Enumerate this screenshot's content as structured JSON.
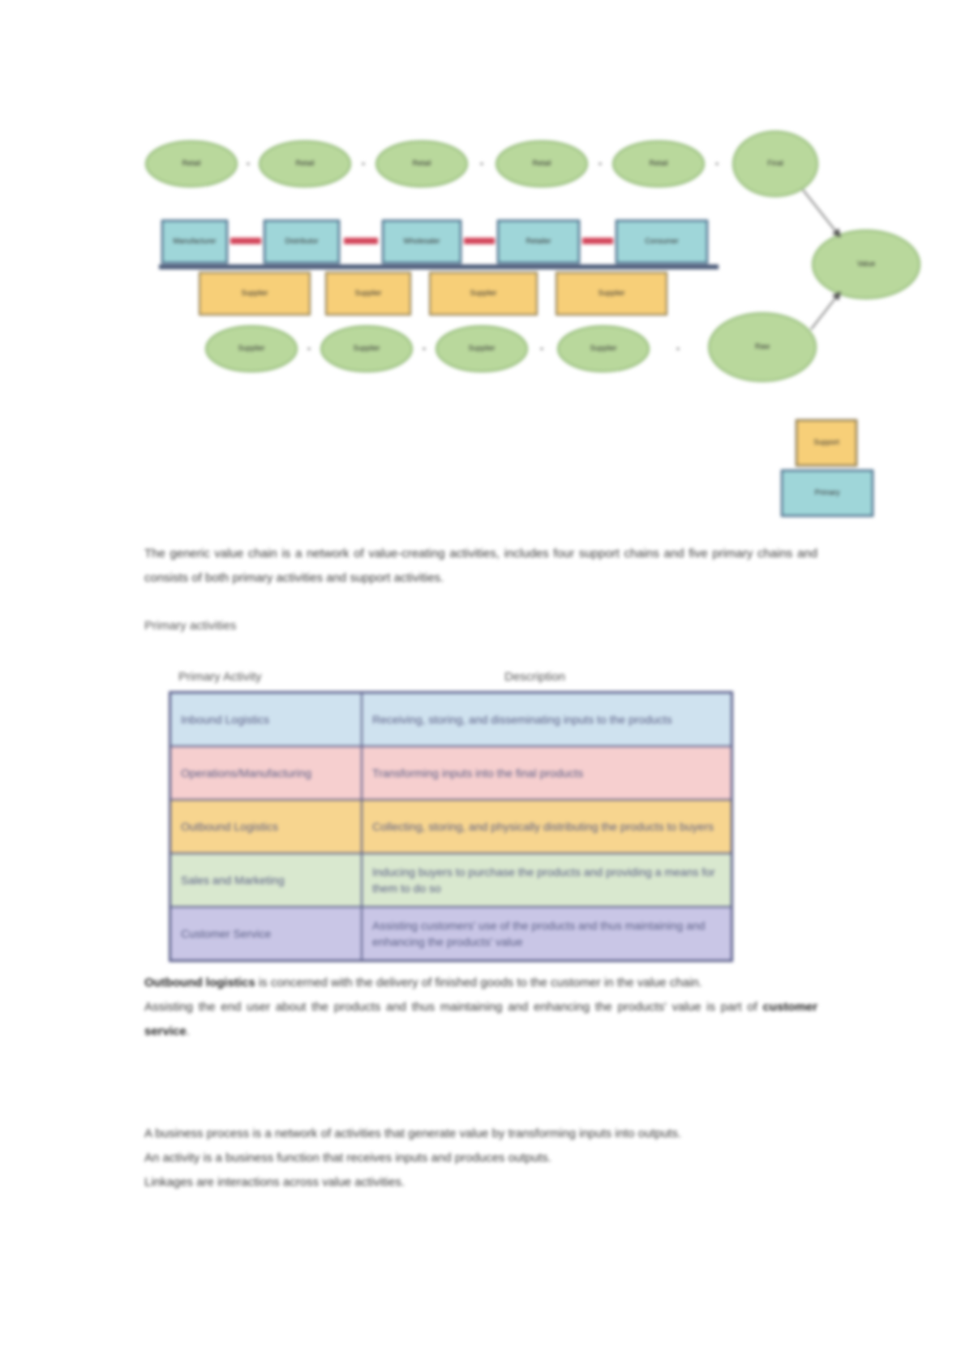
{
  "diagram": {
    "top_row": [
      "Retail",
      "Retail",
      "Retail",
      "Retail",
      "Retail"
    ],
    "top_end": "Final",
    "process": [
      "Manufacturer",
      "Distributor",
      "Wholesaler",
      "Retailer",
      "Consumer"
    ],
    "support": [
      "Supplier",
      "Supplier",
      "Supplier",
      "Supplier"
    ],
    "bottom_row": [
      "Supplier",
      "Supplier",
      "Supplier",
      "Supplier"
    ],
    "bottom_end": "Raw",
    "hub": "Value",
    "legend": [
      "Support",
      "Primary"
    ]
  },
  "intro": "The generic value chain is a network of value-creating activities, includes four support chains and five primary chains and consists of both primary activities and support activities.",
  "section_label": "Primary activities",
  "table": {
    "headers": [
      "Primary Activity",
      "Description"
    ],
    "rows": [
      {
        "activity": "Inbound Logistics",
        "description": "Receiving, storing, and disseminating inputs to the products",
        "color": "#cfe2ef"
      },
      {
        "activity": "Operations/Manufacturing",
        "description": "Transforming inputs into the final products",
        "color": "#f6cfcf"
      },
      {
        "activity": "Outbound Logistics",
        "description": "Collecting, storing, and physically distributing the products to buyers",
        "color": "#f7d58f"
      },
      {
        "activity": "Sales and Marketing",
        "description": "Inducing buyers to purchase the products and providing a means for them to do so",
        "color": "#d9e8cf"
      },
      {
        "activity": "Customer Service",
        "description": "Assisting customers' use of the products and thus maintaining and enhancing the products' value",
        "color": "#c9c6e6"
      }
    ]
  },
  "para2": {
    "bold1": "Outbound logistics",
    "text1": " is concerned with the delivery of finished goods to the customer in the value chain.",
    "text2": "Assisting the end user about the products and thus maintaining and enhancing the products' value is part of ",
    "bold2": "customer service",
    "text3": "."
  },
  "para3": {
    "line1": "A business process is a network of activities that generate value by transforming inputs into outputs.",
    "line2": "An activity is a business function that receives inputs and produces outputs.",
    "line3": "Linkages are interactions across value activities."
  }
}
